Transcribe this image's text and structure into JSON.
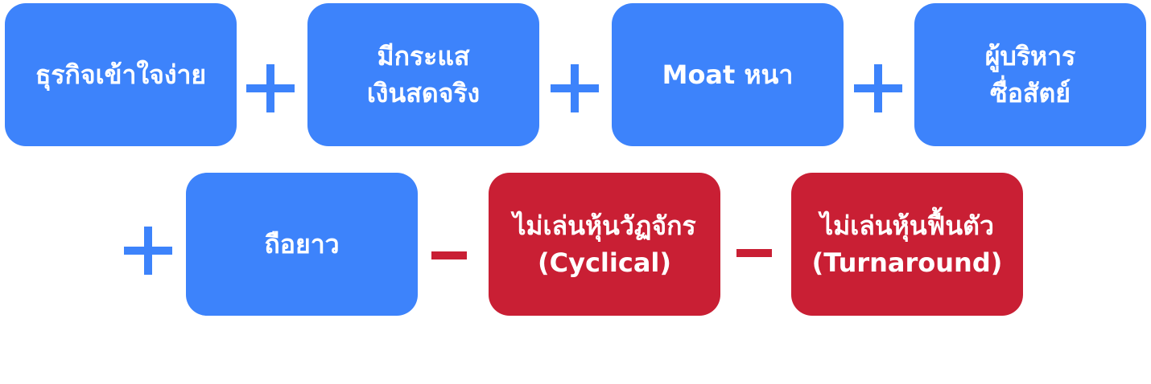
{
  "diagram": {
    "row1": [
      {
        "lines": [
          "ธุรกิจเข้าใจง่าย"
        ]
      },
      {
        "lines": [
          "มีกระแส",
          "เงินสดจริง"
        ]
      },
      {
        "lines": [
          "Moat หนา"
        ]
      },
      {
        "lines": [
          "ผู้บริหาร",
          "ซื่อสัตย์"
        ]
      }
    ],
    "row2": [
      {
        "lines": [
          "ถือยาว"
        ]
      },
      {
        "lines": [
          "ไม่เล่นหุ้นวัฏจักร",
          "(Cyclical)"
        ]
      },
      {
        "lines": [
          "ไม่เล่นหุ้นฟื้นตัว",
          "(Turnaround)"
        ]
      }
    ]
  },
  "colors": {
    "positive": "#3d83fb",
    "negative": "#c91f34"
  },
  "operators": [
    "plus",
    "plus",
    "plus",
    "plus",
    "minus",
    "minus"
  ]
}
